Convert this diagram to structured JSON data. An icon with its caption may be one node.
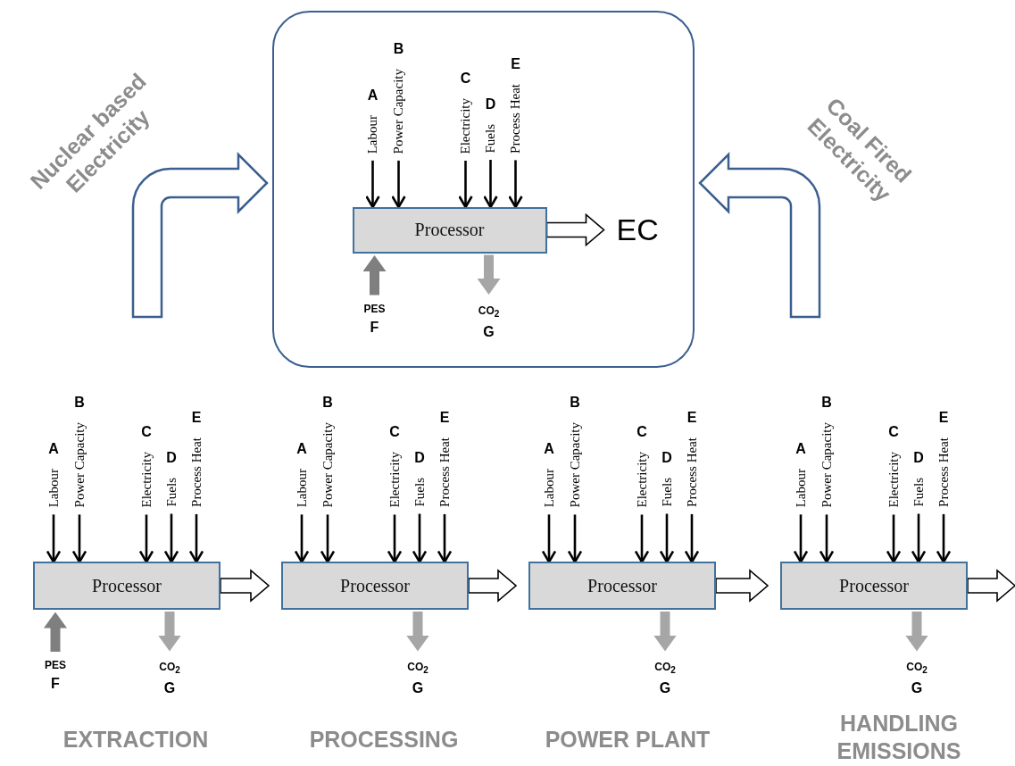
{
  "diagram": {
    "nodes": [
      {
        "text": [],
        "shape": "box"
      },
      {
        "text": [
          "Labour"
        ],
        "beside": [
          "A"
        ],
        "in": 0
      },
      {
        "text": [
          "Power Capacity"
        ],
        "beside": [
          "B"
        ],
        "in": 0
      },
      {
        "text": [
          "Electricity"
        ],
        "beside": [
          "C"
        ],
        "in": 0
      },
      {
        "text": [
          "Fuels"
        ],
        "beside": [
          "D"
        ],
        "in": 0
      },
      {
        "text": [
          "Process Heat"
        ],
        "beside": [
          "E"
        ],
        "in": 0
      },
      {
        "text": [
          "Processor"
        ],
        "in": 0
      },
      {
        "text": [
          "EC"
        ],
        "in": 0
      },
      {
        "text": [
          "PES"
        ],
        "beside": [
          "F"
        ],
        "in": 0
      },
      {
        "text": [
          "CO$_{2}$"
        ],
        "beside": [
          "G"
        ],
        "in": 0
      },
      {
        "text": [
          "Labour"
        ],
        "beside": [
          "A"
        ]
      },
      {
        "text": [
          "Power Capacity"
        ],
        "beside": [
          "B"
        ]
      },
      {
        "text": [
          "Electricity"
        ],
        "beside": [
          "C"
        ]
      },
      {
        "text": [
          "Fuels"
        ],
        "beside": [
          "D"
        ]
      },
      {
        "text": [
          "Process Heat"
        ],
        "beside": [
          "E"
        ]
      },
      {
        "text": [
          "Processor"
        ]
      },
      {
        "text": [
          "PES"
        ],
        "beside": [
          "F"
        ]
      },
      {
        "text": [
          "CO$_{2}$"
        ],
        "beside": [
          "G"
        ]
      },
      {
        "text": [
          "Labour"
        ],
        "beside": [
          "A"
        ]
      },
      {
        "text": [
          "Power Capacity"
        ],
        "beside": [
          "B"
        ]
      },
      {
        "text": [
          "Electricity"
        ],
        "beside": [
          "C"
        ]
      },
      {
        "text": [
          "Fuels"
        ],
        "beside": [
          "D"
        ]
      },
      {
        "text": [
          "Process Heat"
        ],
        "beside": [
          "E"
        ]
      },
      {
        "text": [
          "Processor"
        ]
      },
      {
        "text": [
          "CO$_{2}$"
        ],
        "beside": [
          "G"
        ]
      },
      {
        "text": [
          "Labour"
        ],
        "beside": [
          "A"
        ]
      },
      {
        "text": [
          "Power Capacity"
        ],
        "beside": [
          "B"
        ]
      },
      {
        "text": [
          "Electricity"
        ],
        "beside": [
          "C"
        ]
      },
      {
        "text": [
          "Fuels"
        ],
        "beside": [
          "D"
        ]
      },
      {
        "text": [
          "Process Heat"
        ],
        "beside": [
          "E"
        ]
      },
      {
        "text": [
          "Processor"
        ]
      },
      {
        "text": [
          "CO$_{2}$"
        ],
        "beside": [
          "G"
        ]
      },
      {
        "text": [
          "Labour"
        ],
        "beside": [
          "A"
        ]
      },
      {
        "text": [
          "Power Capacity"
        ],
        "beside": [
          "B"
        ]
      },
      {
        "text": [
          "Electricity"
        ],
        "beside": [
          "C"
        ]
      },
      {
        "text": [
          "Fuels"
        ],
        "beside": [
          "D"
        ]
      },
      {
        "text": [
          "Process Heat"
        ],
        "beside": [
          "E"
        ]
      },
      {
        "text": [
          "Processor"
        ]
      },
      {
        "text": [
          "CO$_{2}$"
        ],
        "beside": [
          "G"
        ]
      }
    ],
    "edges": [
      {
        "from": 1,
        "to": 6,
        "arrow": "to"
      },
      {
        "from": 2,
        "to": 6,
        "arrow": "to"
      },
      {
        "from": 3,
        "to": 6,
        "arrow": "to"
      },
      {
        "from": 4,
        "to": 6,
        "arrow": "to"
      },
      {
        "from": 5,
        "to": 6,
        "arrow": "to"
      },
      {
        "from": 8,
        "to": 6,
        "arrow": "to",
        "style": "thick",
        "color": "#7f7f7f"
      },
      {
        "from": 6,
        "to": 9,
        "arrow": "to",
        "style": "thick",
        "color": "#a6a6a6"
      },
      {
        "from": 6,
        "to": 7,
        "arrow": "to",
        "style": "thick"
      },
      {
        "from": null,
        "to": 0,
        "arrow": "to",
        "style": "thick",
        "color": "#3a5f8f"
      },
      {
        "from": null,
        "to": 0,
        "arrow": "to",
        "style": "thick",
        "color": "#3a5f8f"
      },
      {
        "from": 10,
        "to": 15,
        "arrow": "to"
      },
      {
        "from": 11,
        "to": 15,
        "arrow": "to"
      },
      {
        "from": 12,
        "to": 15,
        "arrow": "to"
      },
      {
        "from": 13,
        "to": 15,
        "arrow": "to"
      },
      {
        "from": 14,
        "to": 15,
        "arrow": "to"
      },
      {
        "from": 16,
        "to": 15,
        "arrow": "to",
        "style": "thick",
        "color": "#7f7f7f"
      },
      {
        "from": 15,
        "to": 17,
        "arrow": "to",
        "style": "thick",
        "color": "#a6a6a6"
      },
      {
        "from": 15,
        "to": 23,
        "arrow": "to",
        "style": "thick"
      },
      {
        "from": 18,
        "to": 23,
        "arrow": "to"
      },
      {
        "from": 19,
        "to": 23,
        "arrow": "to"
      },
      {
        "from": 20,
        "to": 23,
        "arrow": "to"
      },
      {
        "from": 21,
        "to": 23,
        "arrow": "to"
      },
      {
        "from": 22,
        "to": 23,
        "arrow": "to"
      },
      {
        "from": 23,
        "to": 24,
        "arrow": "to",
        "style": "thick",
        "color": "#a6a6a6"
      },
      {
        "from": 23,
        "to": 30,
        "arrow": "to",
        "style": "thick"
      },
      {
        "from": 25,
        "to": 30,
        "arrow": "to"
      },
      {
        "from": 26,
        "to": 30,
        "arrow": "to"
      },
      {
        "from": 27,
        "to": 30,
        "arrow": "to"
      },
      {
        "from": 28,
        "to": 30,
        "arrow": "to"
      },
      {
        "from": 29,
        "to": 30,
        "arrow": "to"
      },
      {
        "from": 30,
        "to": 31,
        "arrow": "to",
        "style": "thick",
        "color": "#a6a6a6"
      },
      {
        "from": 30,
        "to": 37,
        "arrow": "to",
        "style": "thick"
      },
      {
        "from": 32,
        "to": 37,
        "arrow": "to"
      },
      {
        "from": 33,
        "to": 37,
        "arrow": "to"
      },
      {
        "from": 34,
        "to": 37,
        "arrow": "to"
      },
      {
        "from": 35,
        "to": 37,
        "arrow": "to"
      },
      {
        "from": 36,
        "to": 37,
        "arrow": "to"
      },
      {
        "from": 37,
        "to": 38,
        "arrow": "to",
        "style": "thick",
        "color": "#a6a6a6"
      },
      {
        "from": 37,
        "to": null,
        "arrow": "to",
        "style": "thick"
      }
    ],
    "labels": [
      "Nuclear based Electricity",
      "Coal Fired Electricity",
      "EXTRACTION",
      "PROCESSING",
      "POWER PLANT",
      "HANDLING EMISSIONS"
    ]
  }
}
